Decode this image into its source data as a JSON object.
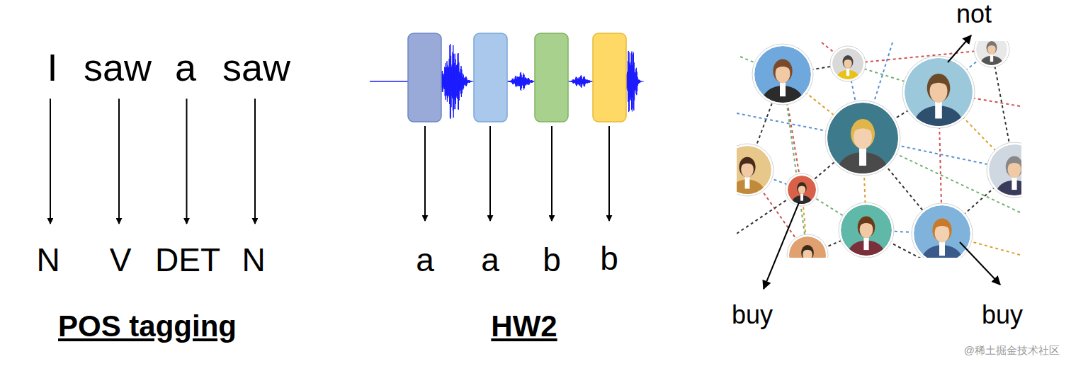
{
  "diagram": {
    "nodes": [
      {
        "text": [
          "I"
        ]
      },
      {
        "text": [
          "saw"
        ]
      },
      {
        "text": [
          "a"
        ]
      },
      {
        "text": [
          "saw"
        ]
      },
      {
        "text": [
          "N"
        ]
      },
      {
        "text": [
          "V"
        ]
      },
      {
        "text": [
          "DET"
        ]
      },
      {
        "text": [
          "N"
        ]
      }
    ],
    "edges": [
      {
        "from": 0,
        "to": 4,
        "arrow": "to"
      },
      {
        "from": 1,
        "to": 5,
        "arrow": "to"
      },
      {
        "from": 2,
        "to": 6,
        "arrow": "to"
      },
      {
        "from": 3,
        "to": 7,
        "arrow": "to"
      }
    ],
    "labels": [
      "POS tagging",
      "a",
      "a",
      "b",
      "b",
      "HW2",
      "not",
      "buy",
      "buy",
      "@稀土掘金技术社区"
    ]
  }
}
